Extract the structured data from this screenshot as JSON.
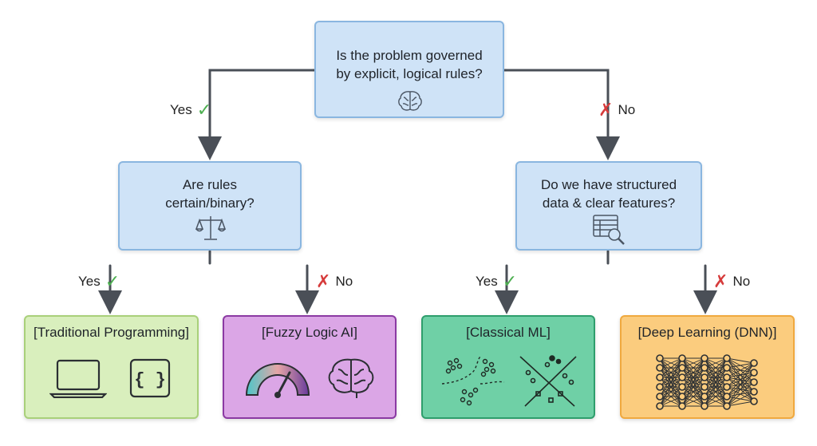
{
  "root": {
    "text_line1": "Is the problem governed",
    "text_line2": "by explicit, logical rules?",
    "icon": "brain-icon"
  },
  "left_question": {
    "text_line1": "Are rules",
    "text_line2": "certain/binary?",
    "icon": "scales-icon"
  },
  "right_question": {
    "text_line1": "Do we have structured",
    "text_line2": "data & clear features?",
    "icon": "data-search-icon"
  },
  "labels": {
    "yes": "Yes",
    "no": "No"
  },
  "leaves": [
    {
      "title": "[Traditional Programming]",
      "icons": [
        "laptop-icon",
        "code-braces-icon"
      ]
    },
    {
      "title": "[Fuzzy Logic AI]",
      "icons": [
        "gauge-icon",
        "brain-icon"
      ]
    },
    {
      "title": "[Classical ML]",
      "icons": [
        "clustering-icon",
        "classification-icon"
      ]
    },
    {
      "title": "[Deep Learning (DNN)]",
      "icons": [
        "neural-network-icon"
      ]
    }
  ],
  "colors": {
    "question": "#cfe3f7",
    "traditional": "#d9efbd",
    "fuzzy": "#dba6e6",
    "classical": "#6fd0a6",
    "deep": "#fbcc7e",
    "connector": "#4a4f57"
  }
}
